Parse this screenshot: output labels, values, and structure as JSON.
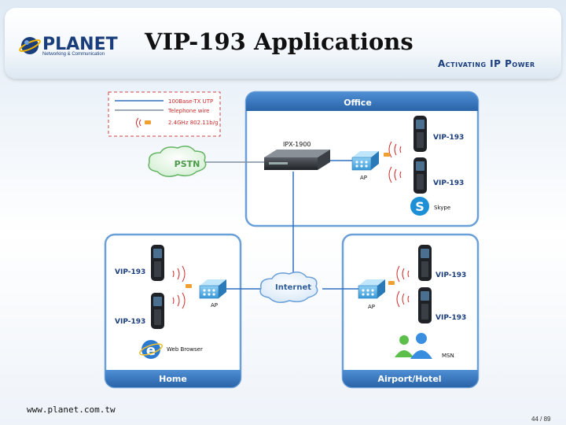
{
  "header": {
    "logo_name": "PLANET",
    "logo_tagline": "Networking & Communication",
    "title": "VIP-193 Applications",
    "slogan": "Activating IP Power"
  },
  "legend": {
    "items": [
      {
        "label": "100Base-TX UTP",
        "color": "#2f6fbf"
      },
      {
        "label": "Telephone wire",
        "color": "#7f8f9f"
      },
      {
        "label": "2.4GHz 802.11b/g",
        "color": "#cc2a2a"
      }
    ]
  },
  "diagram": {
    "pstn": "PSTN",
    "internet": "Internet",
    "office": {
      "title": "Office",
      "gateway": "IPX-1900",
      "ap": "AP",
      "phone1": "VIP-193",
      "phone2": "VIP-193",
      "service": "Skype"
    },
    "home": {
      "title": "Home",
      "phone1": "VIP-193",
      "phone2": "VIP-193",
      "ap": "AP",
      "service": "Web Browser"
    },
    "airport": {
      "title": "Airport/Hotel",
      "phone1": "VIP-193",
      "phone2": "VIP-193",
      "ap": "AP",
      "service": "MSN"
    }
  },
  "footer": {
    "url": "www.planet.com.tw",
    "page": "44 / 89"
  },
  "colors": {
    "panel_header": "#2e6db2",
    "panel_border": "#6a9fd8",
    "accent": "#1a3d7c"
  }
}
